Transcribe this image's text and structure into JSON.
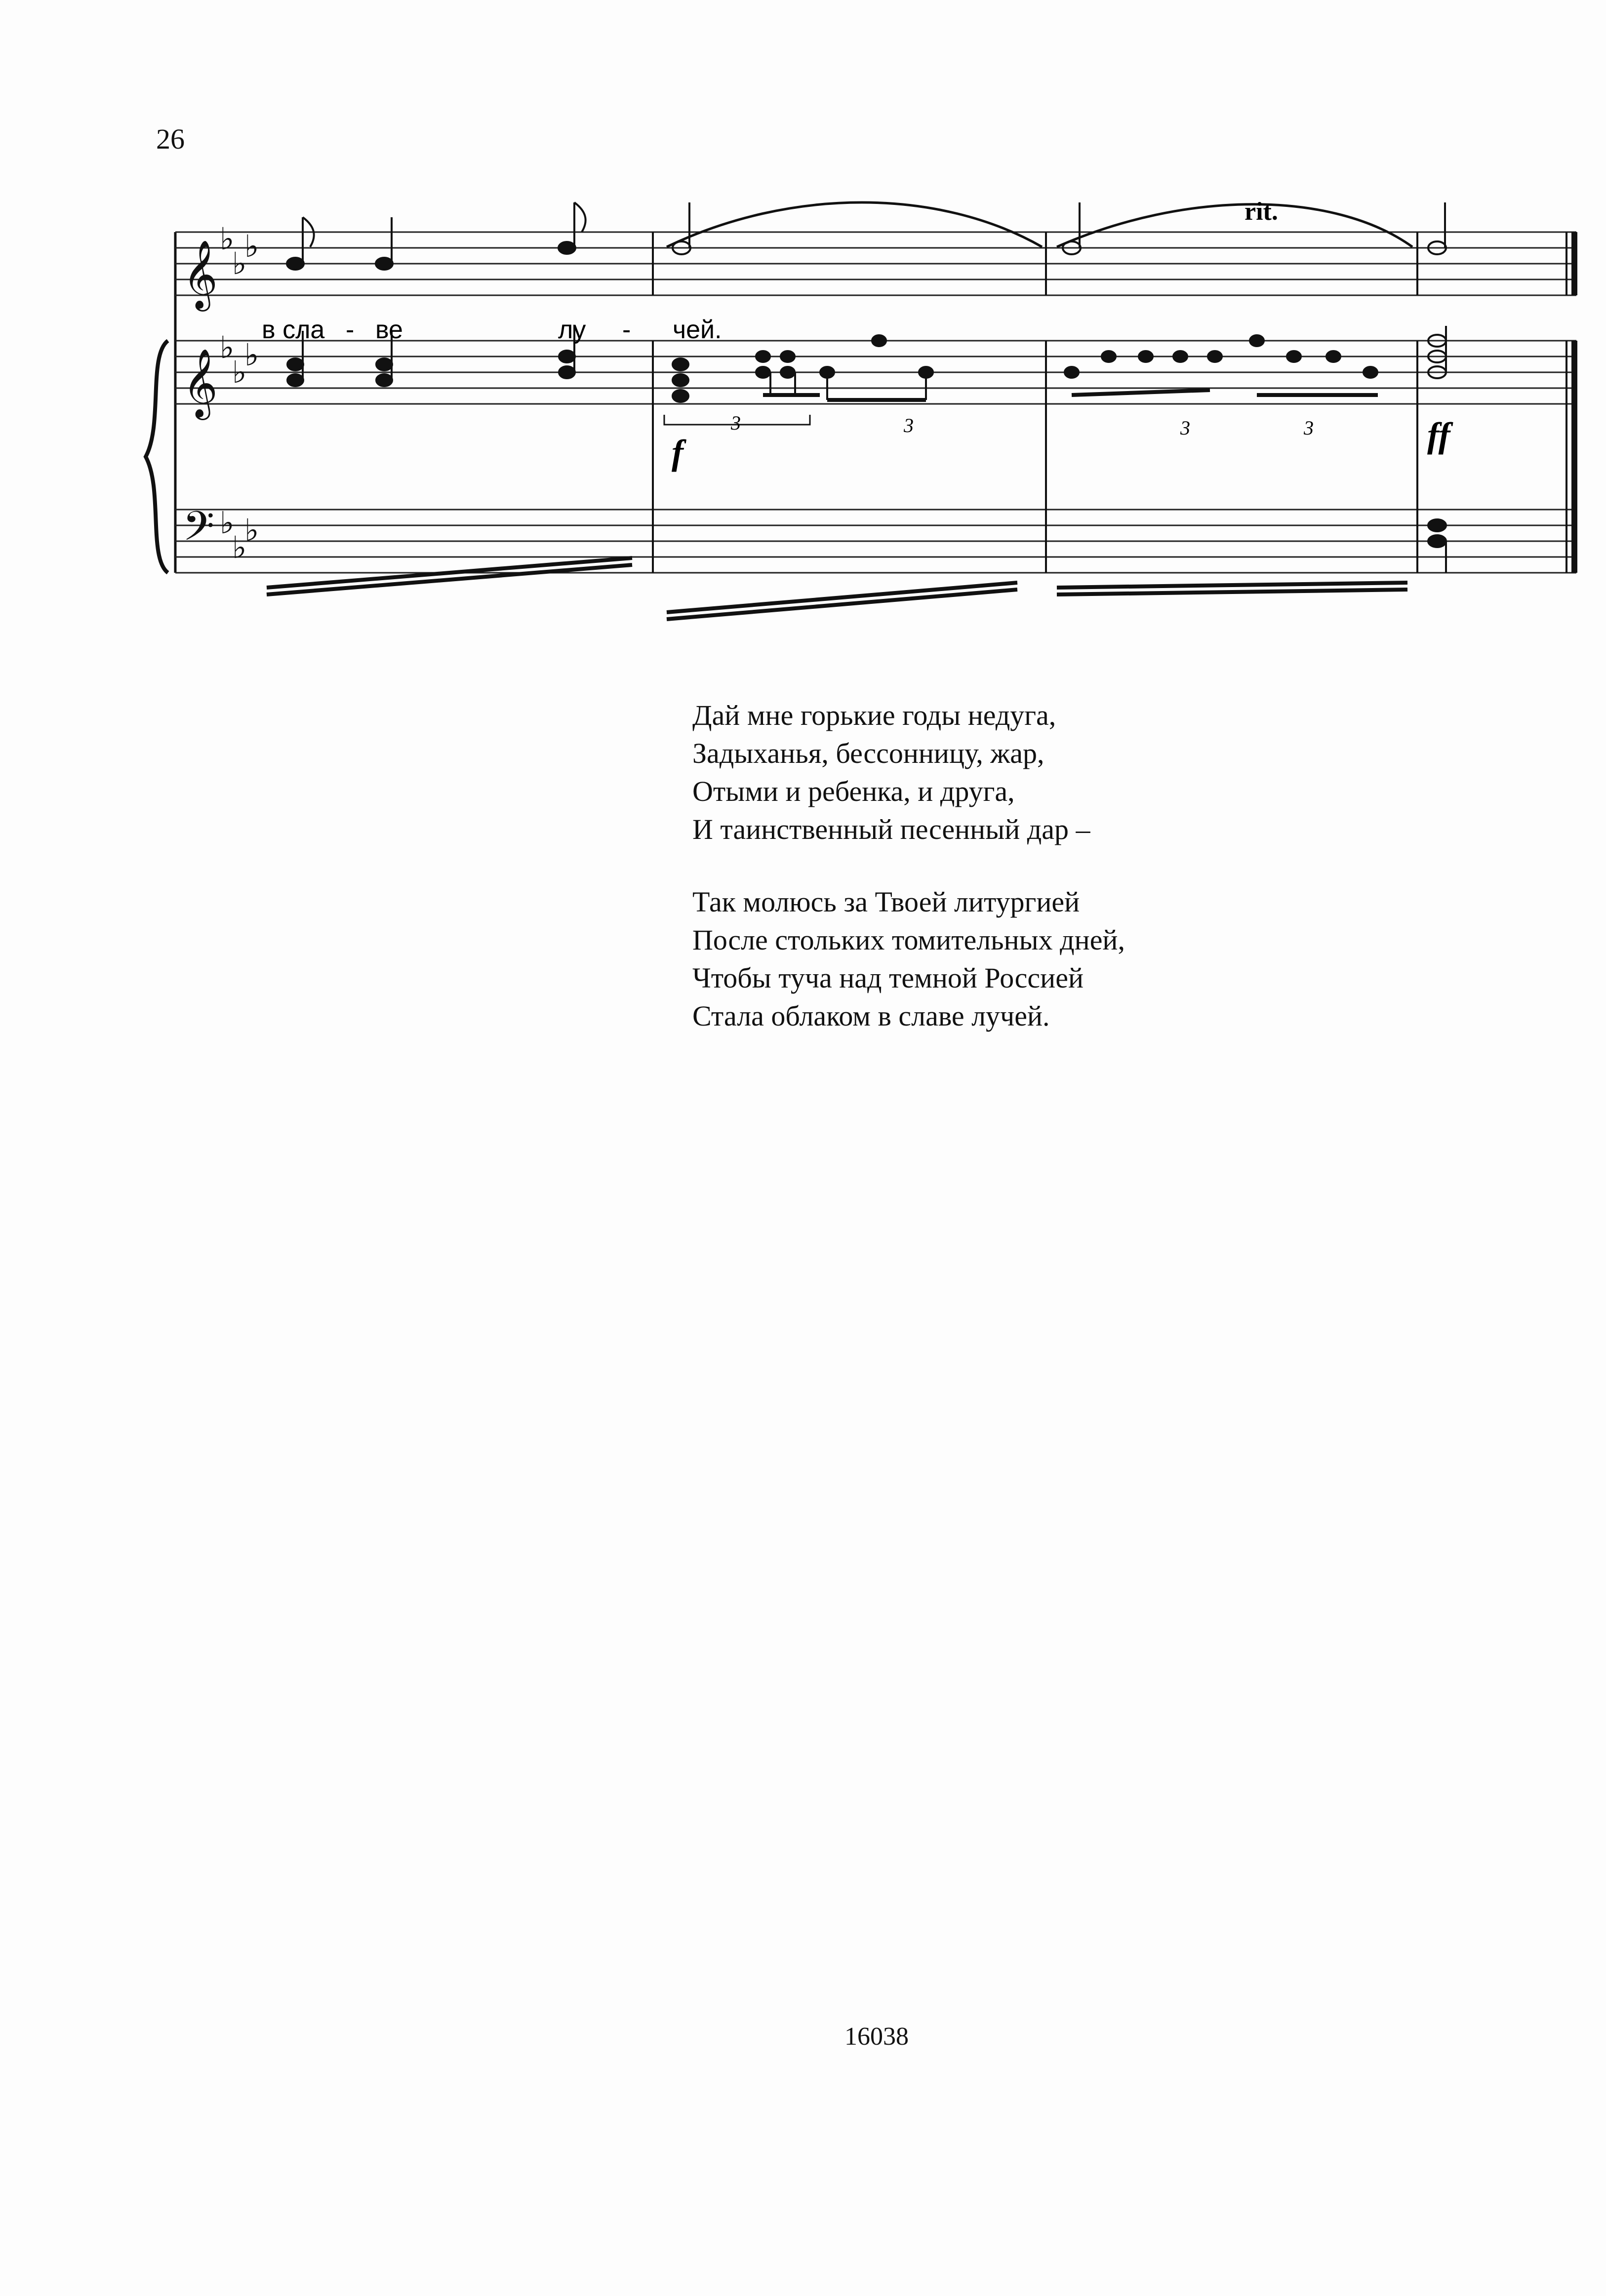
{
  "page": {
    "number": "26",
    "catalog_number": "16038"
  },
  "score": {
    "tempo_mark": "rit.",
    "dynamics": {
      "forte": "f",
      "fortissimo": "ff"
    },
    "tuplet_label": "3",
    "lyrics": [
      "в сла",
      "-",
      "ве",
      "лу",
      "-",
      "чей."
    ]
  },
  "poem": {
    "stanzas": [
      {
        "lines": [
          "Дай мне горькие годы недуга,",
          "Задыханья, бессонницу, жар,",
          "Отыми и ребенка, и друга,",
          "И таинственный песенный дар –"
        ]
      },
      {
        "lines": [
          "Так молюсь за Твоей литургией",
          "После стольких томительных дней,",
          "Чтобы туча над темной Россией",
          "Стала облаком в славе лучей."
        ]
      }
    ]
  }
}
